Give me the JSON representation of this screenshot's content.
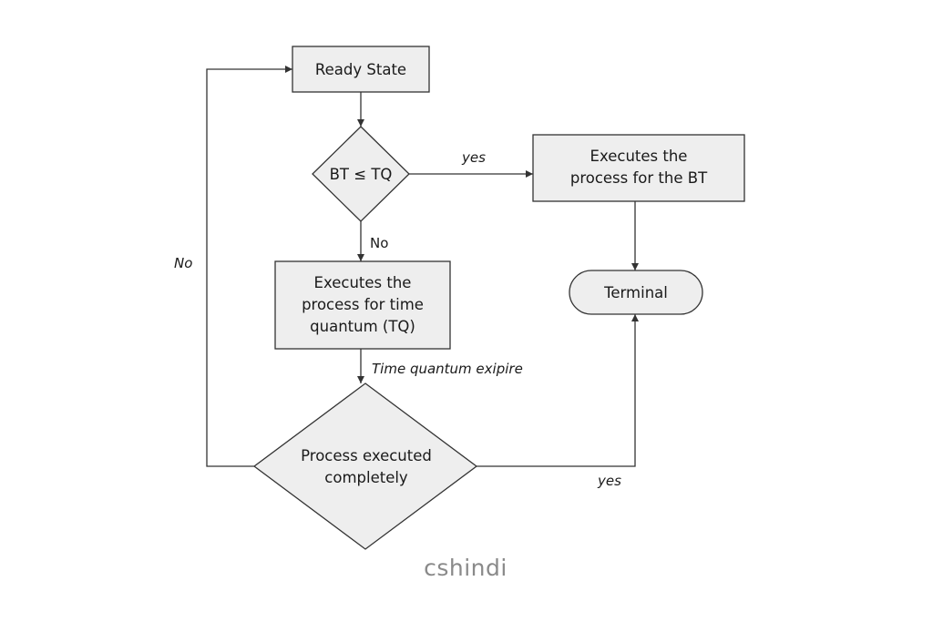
{
  "colors": {
    "node_fill": "#eeeeee",
    "stroke": "#333333",
    "text": "#1a1a1a",
    "watermark": "#8a8a8a"
  },
  "nodes": {
    "ready_state": {
      "lines": [
        "Ready State"
      ]
    },
    "decision_bt_tq": {
      "lines": [
        "BT ≤ TQ"
      ]
    },
    "execute_bt": {
      "lines": [
        "Executes the",
        "process for the BT"
      ]
    },
    "execute_tq": {
      "lines": [
        "Executes the",
        "process for time",
        "quantum (TQ)"
      ]
    },
    "terminal": {
      "lines": [
        "Terminal"
      ]
    },
    "decision_complete": {
      "lines": [
        "Process executed",
        "completely"
      ]
    }
  },
  "edge_labels": {
    "yes_top": "yes",
    "no_down": "No",
    "time_quantum": "Time quantum exipire",
    "no_loop": "No",
    "yes_bottom": "yes"
  },
  "watermark": "cshindi"
}
